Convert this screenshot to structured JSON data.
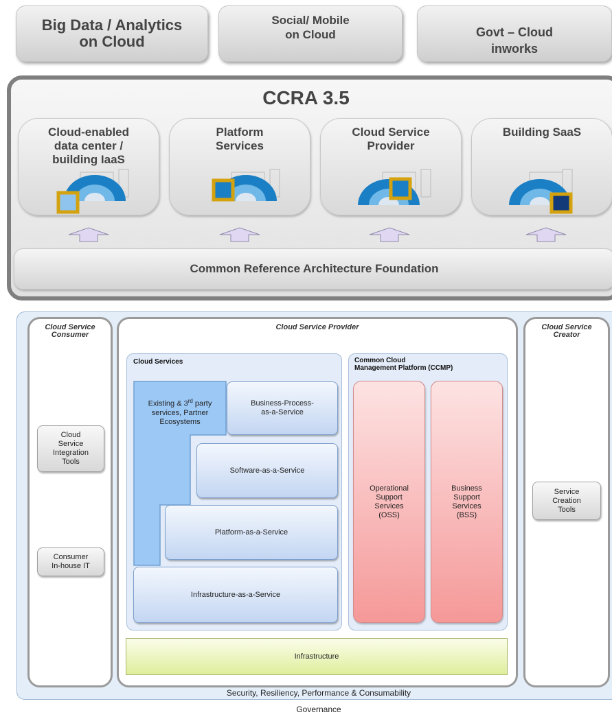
{
  "top_tiles": [
    {
      "label": "Big Data / Analytics\non Cloud"
    },
    {
      "label": "Social/ Mobile\non Cloud"
    },
    {
      "label": "Govt – Cloud\ninworks"
    }
  ],
  "ccra": {
    "title": "CCRA 3.5",
    "adoption_patterns": [
      {
        "label": "Cloud-enabled\ndata center /\nbuilding IaaS",
        "highlight": "bottom-left"
      },
      {
        "label": "Platform\nServices",
        "highlight": "top-left"
      },
      {
        "label": "Cloud Service\nProvider",
        "highlight": "top-right"
      },
      {
        "label": "Building SaaS",
        "highlight": "bottom-right"
      }
    ],
    "foundation": "Common Reference Architecture Foundation"
  },
  "architecture": {
    "consumer": {
      "title": "Cloud Service\nConsumer",
      "items": [
        "Cloud\nService\nIntegration\nTools",
        "Consumer\nIn-house IT"
      ]
    },
    "provider": {
      "title": "Cloud Service Provider",
      "cloud_services": {
        "title": "Cloud Services",
        "existing": {
          "text_before": "Existing & 3",
          "superscript": "rd",
          "text_after": " party services, Partner Ecosystems"
        },
        "bpaas": "Business-Process-\nas-a-Service",
        "saas": "Software-as-a-Service",
        "paas": "Platform-as-a-Service",
        "iaas": "Infrastructure-as-a-Service"
      },
      "ccmp": {
        "title": "Common Cloud\nManagement Platform (CCMP)",
        "oss": "Operational\nSupport\nServices\n(OSS)",
        "bss": "Business\nSupport\nServices\n(BSS)"
      },
      "infrastructure": "Infrastructure"
    },
    "creator": {
      "title": "Cloud Service\nCreator",
      "items": [
        "Service\nCreation\nTools"
      ]
    },
    "security_line": "Security, Resiliency, Performance & Consumability",
    "governance": "Governance"
  },
  "colors": {
    "highlight_frame": "#d4a20e",
    "frame_gray": "#7f7f7f",
    "arrow_fill": "#e0d8f2",
    "services_blue": "#9cc8f5",
    "ccmp_red": "#f59898",
    "infra_green": "#e4f2a8"
  }
}
